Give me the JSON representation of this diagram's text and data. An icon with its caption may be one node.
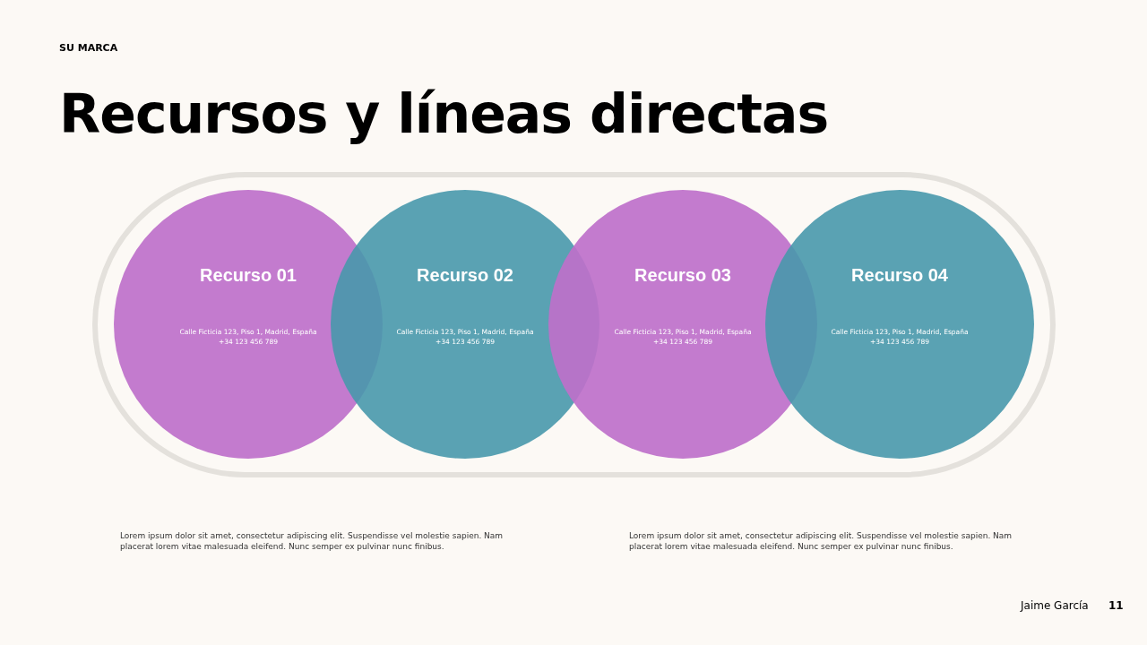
{
  "diagram": {
    "title": "Recursos y líneas directas",
    "nodes": [
      {
        "text": [],
        "shape": "band"
      },
      {
        "text": [
          "Recurso 01",
          "Calle Ficticia 123, Piso 1, Madrid, España +34 123 456 789"
        ],
        "in": 0
      },
      {
        "text": [
          "Recurso 02",
          "Calle Ficticia 123, Piso 1, Madrid, España +34 123 456 789"
        ],
        "in": 0
      },
      {
        "text": [
          "Recurso 03",
          "Calle Ficticia 123, Piso 1, Madrid, España +34 123 456 789"
        ],
        "in": 0
      },
      {
        "text": [
          "Recurso 04",
          "Calle Ficticia 123, Piso 1, Madrid, España +34 123 456 789"
        ],
        "in": 0
      }
    ],
    "edges": [],
    "labels": [
      "SU MARCA",
      "Lorem ipsum dolor sit amet, consectetur adipiscing elit. Suspendisse vel molestie sapien. Nam placerat lorem vitae malesuada eleifend. Nunc semper ex pulvinar nunc finibus.",
      "Lorem ipsum dolor sit amet, consectetur adipiscing elit. Suspendisse vel molestie sapien. Nam placerat lorem vitae malesuada eleifend. Nunc semper ex pulvinar nunc finibus.",
      "Jaime García",
      "11"
    ]
  }
}
